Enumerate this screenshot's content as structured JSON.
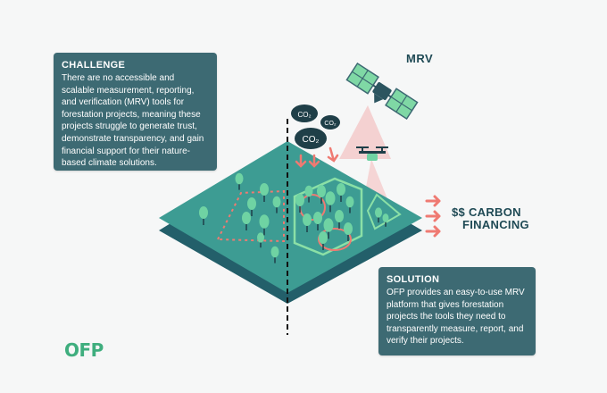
{
  "challenge": {
    "title": "CHALLENGE",
    "body": "There are no accessible and scalable measurement, reporting, and verification (MRV) tools for forestation projects, meaning these projects struggle to generate trust, demonstrate transparency, and gain financial support for their nature-based climate solutions."
  },
  "solution": {
    "title": "SOLUTION",
    "body": "OFP provides an easy-to-use MRV platform that gives forestation projects the tools they need to transparently measure, report, and verify their projects."
  },
  "mrv_label": "MRV",
  "carbon_label": {
    "line1": "$$ CARBON",
    "line2": "FINANCING"
  },
  "co2_clouds": [
    {
      "text": "CO₂"
    },
    {
      "text": "CO₂"
    },
    {
      "text": "CO₂"
    }
  ],
  "logo": "OFP",
  "colors": {
    "card": "#3d6a73",
    "plate_top": "#3d9c93",
    "plate_bottom": "#235f6a",
    "tree": "#6fd3a3",
    "accent_red": "#ef7a72",
    "beam": "#f3b3b3",
    "satellite": "#7fd8a5",
    "logo_green": "#3fae7e",
    "navy": "#1f4a55"
  }
}
